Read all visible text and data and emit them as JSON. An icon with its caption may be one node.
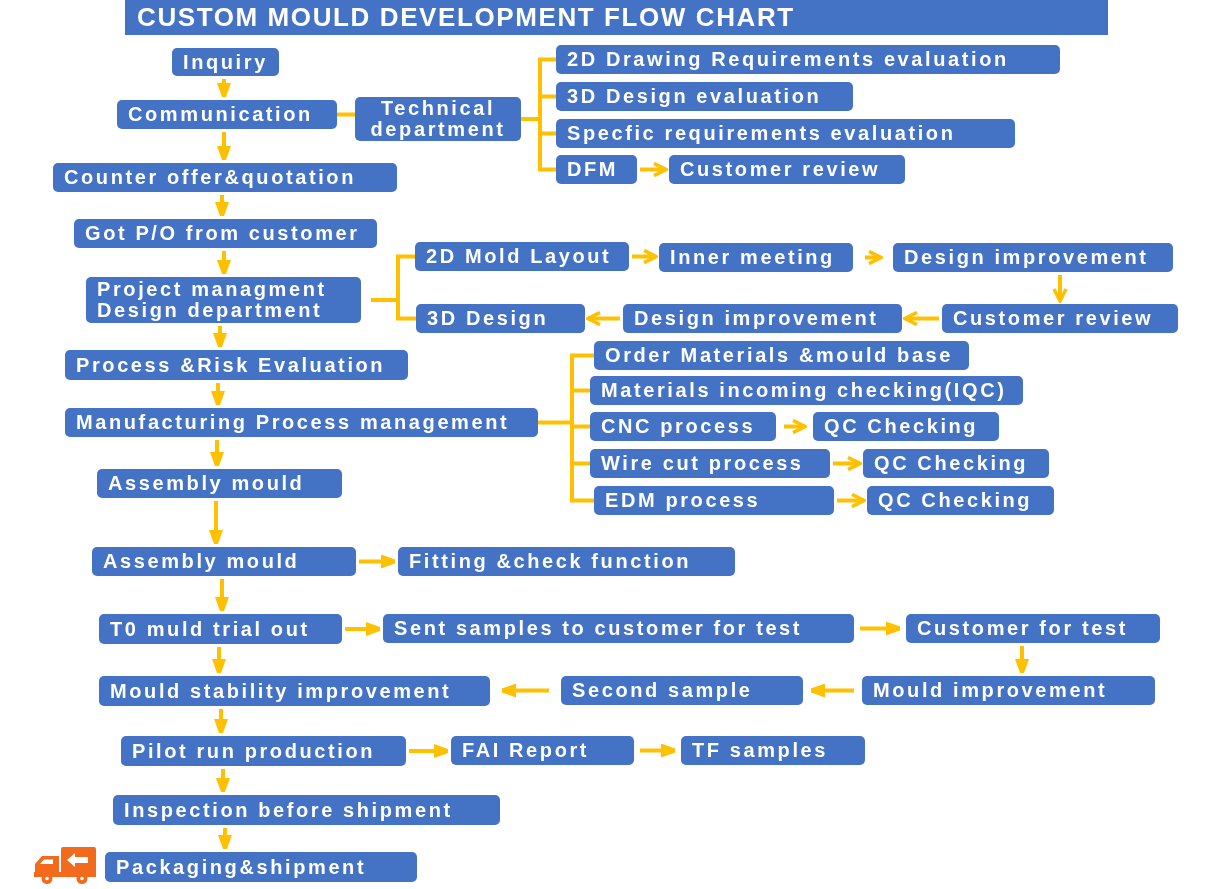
{
  "diagram": {
    "title": "CUSTOM MOULD DEVELOPMENT FLOW CHART",
    "nodes": [
      {
        "text": [
          "Inquiry"
        ]
      },
      {
        "text": [
          "Communication"
        ]
      },
      {
        "text": [
          "Technical department"
        ]
      },
      {
        "text": [
          "2D Drawing Requirements evaluation"
        ]
      },
      {
        "text": [
          "3D Design evaluation"
        ]
      },
      {
        "text": [
          "Specfic requirements evaluation"
        ]
      },
      {
        "text": [
          "DFM"
        ]
      },
      {
        "text": [
          "Customer review"
        ]
      },
      {
        "text": [
          "Counter offer&quotation"
        ]
      },
      {
        "text": [
          "Got P/O from customer"
        ]
      },
      {
        "text": [
          "Project managment",
          "Design department"
        ]
      },
      {
        "text": [
          "2D Mold Layout"
        ]
      },
      {
        "text": [
          "Inner meeting"
        ]
      },
      {
        "text": [
          "Design improvement"
        ]
      },
      {
        "text": [
          "Customer review"
        ]
      },
      {
        "text": [
          "Design improvement"
        ]
      },
      {
        "text": [
          "3D Design"
        ]
      },
      {
        "text": [
          "Process &Risk Evaluation"
        ]
      },
      {
        "text": [
          "Manufacturing Process management"
        ]
      },
      {
        "text": [
          "Order Materials &mould base"
        ]
      },
      {
        "text": [
          "Materials incoming checking(IQC)"
        ]
      },
      {
        "text": [
          "CNC process"
        ]
      },
      {
        "text": [
          "QC Checking"
        ]
      },
      {
        "text": [
          "Wire cut process"
        ]
      },
      {
        "text": [
          "QC Checking"
        ]
      },
      {
        "text": [
          "EDM process"
        ]
      },
      {
        "text": [
          "QC Checking"
        ]
      },
      {
        "text": [
          "Assembly mould"
        ]
      },
      {
        "text": [
          "Assembly mould"
        ]
      },
      {
        "text": [
          "Fitting &check function"
        ]
      },
      {
        "text": [
          "T0 muld trial out"
        ]
      },
      {
        "text": [
          "Sent samples to customer for test"
        ]
      },
      {
        "text": [
          "Customer for test"
        ]
      },
      {
        "text": [
          "Mould improvement"
        ]
      },
      {
        "text": [
          "Second sample"
        ]
      },
      {
        "text": [
          "Mould stability improvement"
        ]
      },
      {
        "text": [
          "Pilot run production"
        ]
      },
      {
        "text": [
          "FAI Report"
        ]
      },
      {
        "text": [
          "TF samples"
        ]
      },
      {
        "text": [
          "Inspection before shipment"
        ]
      },
      {
        "text": [
          "Packaging&shipment"
        ]
      }
    ],
    "edges": [
      {
        "from": 0,
        "to": 1,
        "arrow": "to"
      },
      {
        "from": 1,
        "to": 2,
        "arrow": "none"
      },
      {
        "from": 2,
        "to": 3,
        "arrow": "none"
      },
      {
        "from": 2,
        "to": 4,
        "arrow": "none"
      },
      {
        "from": 2,
        "to": 5,
        "arrow": "none"
      },
      {
        "from": 2,
        "to": 6,
        "arrow": "none"
      },
      {
        "from": 6,
        "to": 7,
        "arrow": "to"
      },
      {
        "from": 1,
        "to": 8,
        "arrow": "to"
      },
      {
        "from": 8,
        "to": 9,
        "arrow": "to"
      },
      {
        "from": 9,
        "to": 10,
        "arrow": "to"
      },
      {
        "from": 10,
        "to": 11,
        "arrow": "none"
      },
      {
        "from": 10,
        "to": 16,
        "arrow": "none"
      },
      {
        "from": 11,
        "to": 12,
        "arrow": "to"
      },
      {
        "from": 12,
        "to": 13,
        "arrow": "to"
      },
      {
        "from": 13,
        "to": 14,
        "arrow": "to"
      },
      {
        "from": 14,
        "to": 15,
        "arrow": "to"
      },
      {
        "from": 15,
        "to": 16,
        "arrow": "to"
      },
      {
        "from": 10,
        "to": 17,
        "arrow": "to"
      },
      {
        "from": 17,
        "to": 18,
        "arrow": "to"
      },
      {
        "from": 18,
        "to": 19,
        "arrow": "none"
      },
      {
        "from": 18,
        "to": 20,
        "arrow": "none"
      },
      {
        "from": 18,
        "to": 21,
        "arrow": "none"
      },
      {
        "from": 18,
        "to": 23,
        "arrow": "none"
      },
      {
        "from": 18,
        "to": 25,
        "arrow": "none"
      },
      {
        "from": 21,
        "to": 22,
        "arrow": "to"
      },
      {
        "from": 23,
        "to": 24,
        "arrow": "to"
      },
      {
        "from": 25,
        "to": 26,
        "arrow": "to"
      },
      {
        "from": 18,
        "to": 27,
        "arrow": "to"
      },
      {
        "from": 27,
        "to": 28,
        "arrow": "to"
      },
      {
        "from": 28,
        "to": 29,
        "arrow": "to"
      },
      {
        "from": 28,
        "to": 30,
        "arrow": "to"
      },
      {
        "from": 30,
        "to": 31,
        "arrow": "to"
      },
      {
        "from": 31,
        "to": 32,
        "arrow": "to"
      },
      {
        "from": 32,
        "to": 33,
        "arrow": "to"
      },
      {
        "from": 33,
        "to": 34,
        "arrow": "to"
      },
      {
        "from": 34,
        "to": 35,
        "arrow": "to"
      },
      {
        "from": 30,
        "to": 35,
        "arrow": "to"
      },
      {
        "from": 35,
        "to": 36,
        "arrow": "to"
      },
      {
        "from": 36,
        "to": 37,
        "arrow": "to"
      },
      {
        "from": 37,
        "to": 38,
        "arrow": "to"
      },
      {
        "from": 36,
        "to": 39,
        "arrow": "to"
      },
      {
        "from": 39,
        "to": 40,
        "arrow": "to"
      }
    ]
  }
}
